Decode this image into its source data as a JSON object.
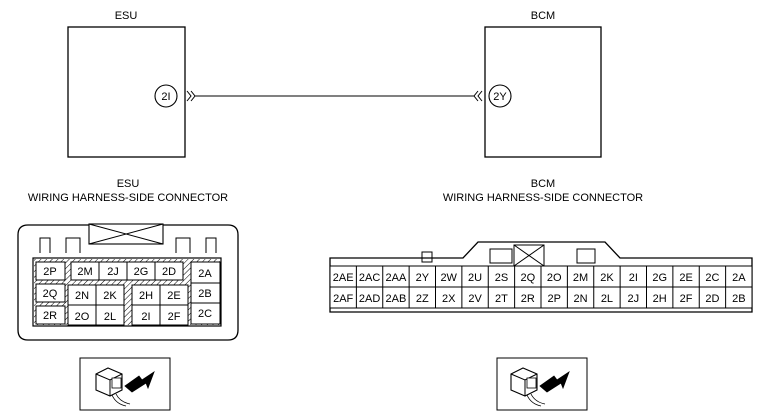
{
  "esu": {
    "title": "ESU",
    "terminal": "2I",
    "connector_title": "ESU",
    "connector_subtitle": "WIRING HARNESS-SIDE CONNECTOR",
    "pins": {
      "r0": [
        "2P",
        "2M",
        "2J",
        "2G",
        "2D",
        "2A"
      ],
      "r1": [
        "2Q",
        "2N",
        "2K",
        "2H",
        "2E",
        "2B"
      ],
      "r2": [
        "2R",
        "2O",
        "2L",
        "2I",
        "2F",
        "2C"
      ]
    }
  },
  "bcm": {
    "title": "BCM",
    "terminal": "2Y",
    "connector_title": "BCM",
    "connector_subtitle": "WIRING HARNESS-SIDE CONNECTOR",
    "pins_top": [
      "2AE",
      "2AC",
      "2AA",
      "2Y",
      "2W",
      "2U",
      "2S",
      "2Q",
      "2O",
      "2M",
      "2K",
      "2I",
      "2G",
      "2E",
      "2C",
      "2A"
    ],
    "pins_bottom": [
      "2AF",
      "2AD",
      "2AB",
      "2Z",
      "2X",
      "2V",
      "2T",
      "2R",
      "2P",
      "2N",
      "2L",
      "2J",
      "2H",
      "2F",
      "2D",
      "2B"
    ]
  }
}
